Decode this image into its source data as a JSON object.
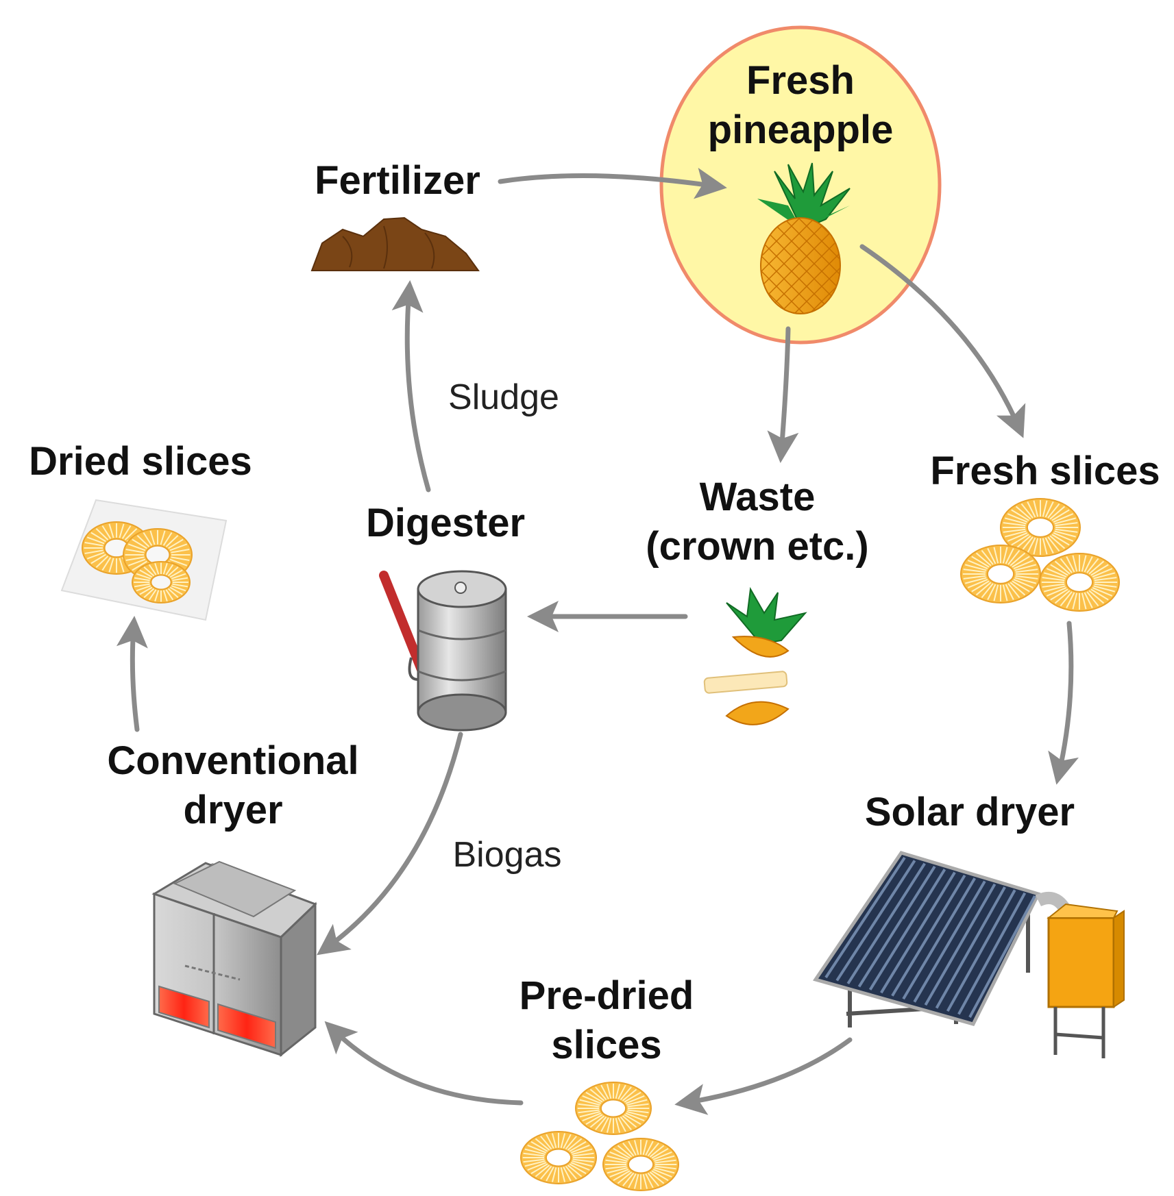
{
  "nodes": {
    "fresh_pineapple": {
      "line1": "Fresh",
      "line2": "pineapple"
    },
    "fertilizer": {
      "label": "Fertilizer"
    },
    "fresh_slices": {
      "label": "Fresh slices"
    },
    "waste": {
      "line1": "Waste",
      "line2": "(crown etc.)"
    },
    "digester": {
      "label": "Digester"
    },
    "dried_slices": {
      "label": "Dried slices"
    },
    "conventional_dryer": {
      "line1": "Conventional",
      "line2": "dryer"
    },
    "solar_dryer": {
      "label": "Solar dryer"
    },
    "pre_dried_slices": {
      "line1": "Pre-dried",
      "line2": "slices"
    }
  },
  "flows": {
    "sludge": "Sludge",
    "biogas": "Biogas"
  },
  "colors": {
    "arrow": "#8a8a8a",
    "highlight_fill": "#fff7a6",
    "highlight_stroke": "#f08a6a",
    "pineapple": "#f2a61a",
    "leaves": "#1f9b3a",
    "soil": "#7a4516",
    "slice": "#fbc04a",
    "steel": "#a8a8a8",
    "heater": "#ff3b2a",
    "panel": "#25344f",
    "tank": "#f5a412"
  }
}
